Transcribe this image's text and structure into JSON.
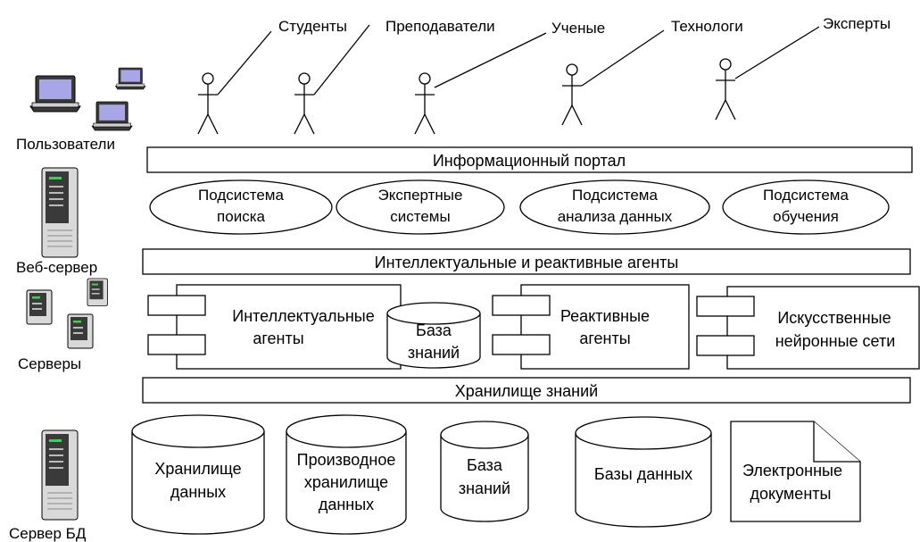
{
  "roles": {
    "students": "Студенты",
    "teachers": "Преподаватели",
    "scientists": "Ученые",
    "technologists": "Технологи",
    "experts": "Эксперты"
  },
  "left_labels": {
    "users": "Пользователи",
    "web_server": "Веб-сервер",
    "servers": "Серверы",
    "db_server": "Сервер БД"
  },
  "layers": {
    "portal": "Информационный портал",
    "agents": "Интеллектуальные и реактивные агенты",
    "knowledge_store": "Хранилище знаний"
  },
  "subsystems": {
    "search": [
      "Подсистема",
      "поиска"
    ],
    "expert": [
      "Экспертные",
      "системы"
    ],
    "analysis": [
      "Подсистема",
      "анализа данных"
    ],
    "learning": [
      "Подсистема",
      "обучения"
    ]
  },
  "components": {
    "intelligent": [
      "Интеллектуальные",
      "агенты"
    ],
    "kb_cylinder": [
      "База",
      "знаний"
    ],
    "reactive": [
      "Реактивные",
      "агенты"
    ],
    "neural": [
      "Искусственные",
      "нейронные сети"
    ]
  },
  "storage": {
    "data_warehouse": [
      "Хранилище",
      "данных"
    ],
    "derived_warehouse": [
      "Производное",
      "хранилище",
      "данных"
    ],
    "knowledge_base": [
      "База",
      "знаний"
    ],
    "databases": "Базы данных",
    "documents": [
      "Электронные",
      "документы"
    ]
  },
  "colors": {
    "stroke": "#000000",
    "monitor_screen": "#a9a6e8",
    "device_dark": "#3a3a3a",
    "device_light": "#d9d9d9",
    "server_led": "#39d353"
  }
}
